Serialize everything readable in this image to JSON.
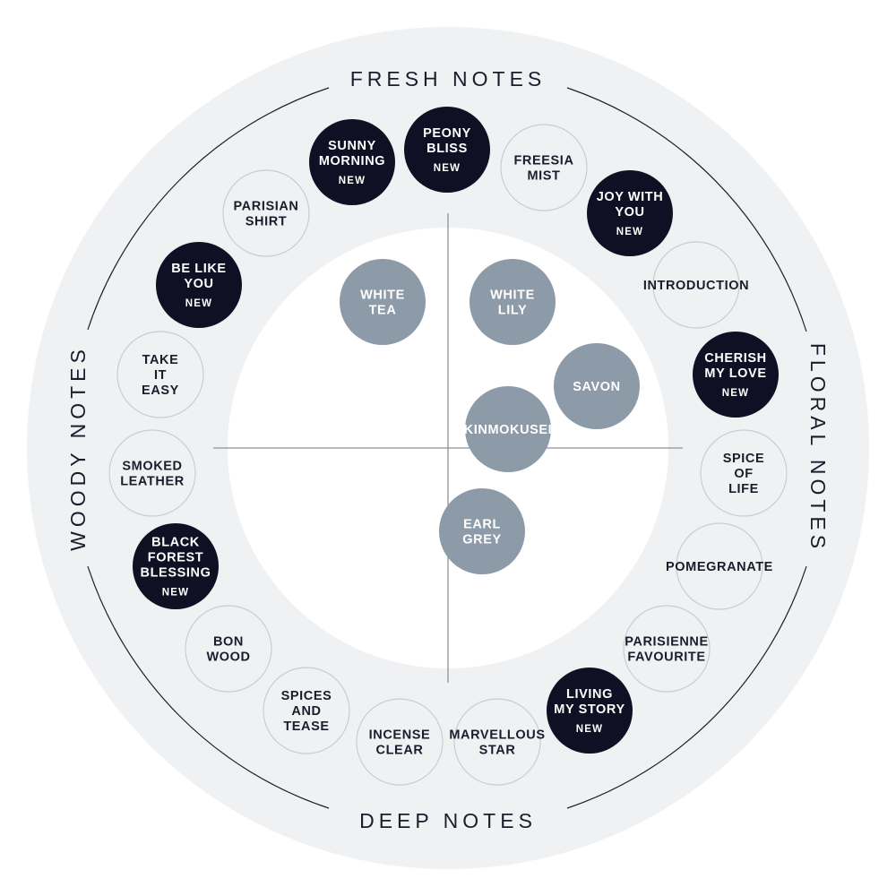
{
  "colors": {
    "outer_ring": "#f0f1f3",
    "inner_disc": "#ffffff",
    "ring_line": "#1c1e2e",
    "axis_line": "#8f9298",
    "light_fill": "#f0f1f3",
    "light_stroke": "#c9ccd1",
    "dark_fill": "#0f1023",
    "mid_fill": "#8d9aa8",
    "text_dark": "#1a1d2b",
    "text_light": "#ffffff"
  },
  "section_labels": {
    "fresh": "FRESH NOTES",
    "floral": "FLORAL NOTES",
    "deep": "DEEP NOTES",
    "woody": "WOODY NOTES"
  },
  "new_badge": "NEW",
  "outer_items": [
    {
      "lines": [
        "SUNNY",
        "MORNING"
      ],
      "style": "dark",
      "is_new": true
    },
    {
      "lines": [
        "PEONY",
        "BLISS"
      ],
      "style": "dark",
      "is_new": true
    },
    {
      "lines": [
        "FREESIA",
        "MIST"
      ],
      "style": "light",
      "is_new": false
    },
    {
      "lines": [
        "JOY WITH",
        "YOU"
      ],
      "style": "dark",
      "is_new": true
    },
    {
      "lines": [
        "INTRODUCTION"
      ],
      "style": "light",
      "is_new": false
    },
    {
      "lines": [
        "CHERISH",
        "MY LOVE"
      ],
      "style": "dark",
      "is_new": true
    },
    {
      "lines": [
        "SPICE",
        "OF",
        "LIFE"
      ],
      "style": "light",
      "is_new": false
    },
    {
      "lines": [
        "POMEGRANATE"
      ],
      "style": "light",
      "is_new": false
    },
    {
      "lines": [
        "PARISIENNE",
        "FAVOURITE"
      ],
      "style": "light",
      "is_new": false
    },
    {
      "lines": [
        "LIVING",
        "MY STORY"
      ],
      "style": "dark",
      "is_new": true
    },
    {
      "lines": [
        "MARVELLOUS",
        "STAR"
      ],
      "style": "light",
      "is_new": false
    },
    {
      "lines": [
        "INCENSE",
        "CLEAR"
      ],
      "style": "light",
      "is_new": false
    },
    {
      "lines": [
        "SPICES",
        "AND",
        "TEASE"
      ],
      "style": "light",
      "is_new": false
    },
    {
      "lines": [
        "BON",
        "WOOD"
      ],
      "style": "light",
      "is_new": false
    },
    {
      "lines": [
        "BLACK",
        "FOREST",
        "BLESSING"
      ],
      "style": "dark",
      "is_new": true
    },
    {
      "lines": [
        "SMOKED",
        "LEATHER"
      ],
      "style": "light",
      "is_new": false
    },
    {
      "lines": [
        "TAKE",
        "IT",
        "EASY"
      ],
      "style": "light",
      "is_new": false
    },
    {
      "lines": [
        "BE LIKE",
        "YOU"
      ],
      "style": "dark",
      "is_new": true
    },
    {
      "lines": [
        "PARISIAN",
        "SHIRT"
      ],
      "style": "light",
      "is_new": false
    }
  ],
  "inner_items": [
    {
      "lines": [
        "WHITE",
        "TEA"
      ]
    },
    {
      "lines": [
        "WHITE",
        "LILY"
      ]
    },
    {
      "lines": [
        "SAVON"
      ]
    },
    {
      "lines": [
        "KINMOKUSEI"
      ]
    },
    {
      "lines": [
        "EARL",
        "GREY"
      ]
    }
  ]
}
